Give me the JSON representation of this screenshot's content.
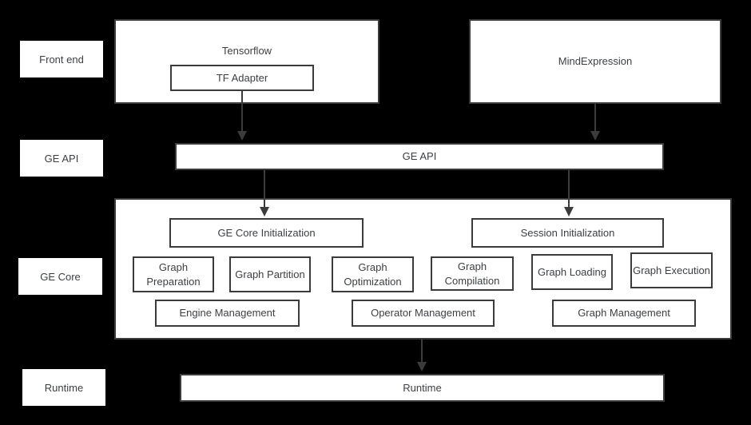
{
  "colors": {
    "background": "#000000",
    "box_fill": "#ffffff",
    "border": "#3b3b3b",
    "text": "#3d4043",
    "arrow": "#3b3b3b"
  },
  "side_labels": [
    {
      "label": "Front end"
    },
    {
      "label": "GE API"
    },
    {
      "label": "GE Core"
    },
    {
      "label": "Runtime"
    }
  ],
  "front_end": {
    "tensorflow_label": "Tensorflow",
    "tf_adapter_label": "TF Adapter",
    "mind_expression_label": "MindExpression"
  },
  "ge_api": {
    "label": "GE API"
  },
  "ge_core": {
    "ge_core_initialization": "GE Core Initialization",
    "session_initialization": "Session Initialization",
    "modules": [
      "Graph Preparation",
      "Graph Partition",
      "Graph Optimization",
      "Graph Compilation",
      "Graph Loading",
      "Graph Execution"
    ],
    "management_modules": [
      "Engine Management",
      "Operator Management",
      "Graph Management"
    ]
  },
  "runtime": {
    "label": "Runtime"
  }
}
